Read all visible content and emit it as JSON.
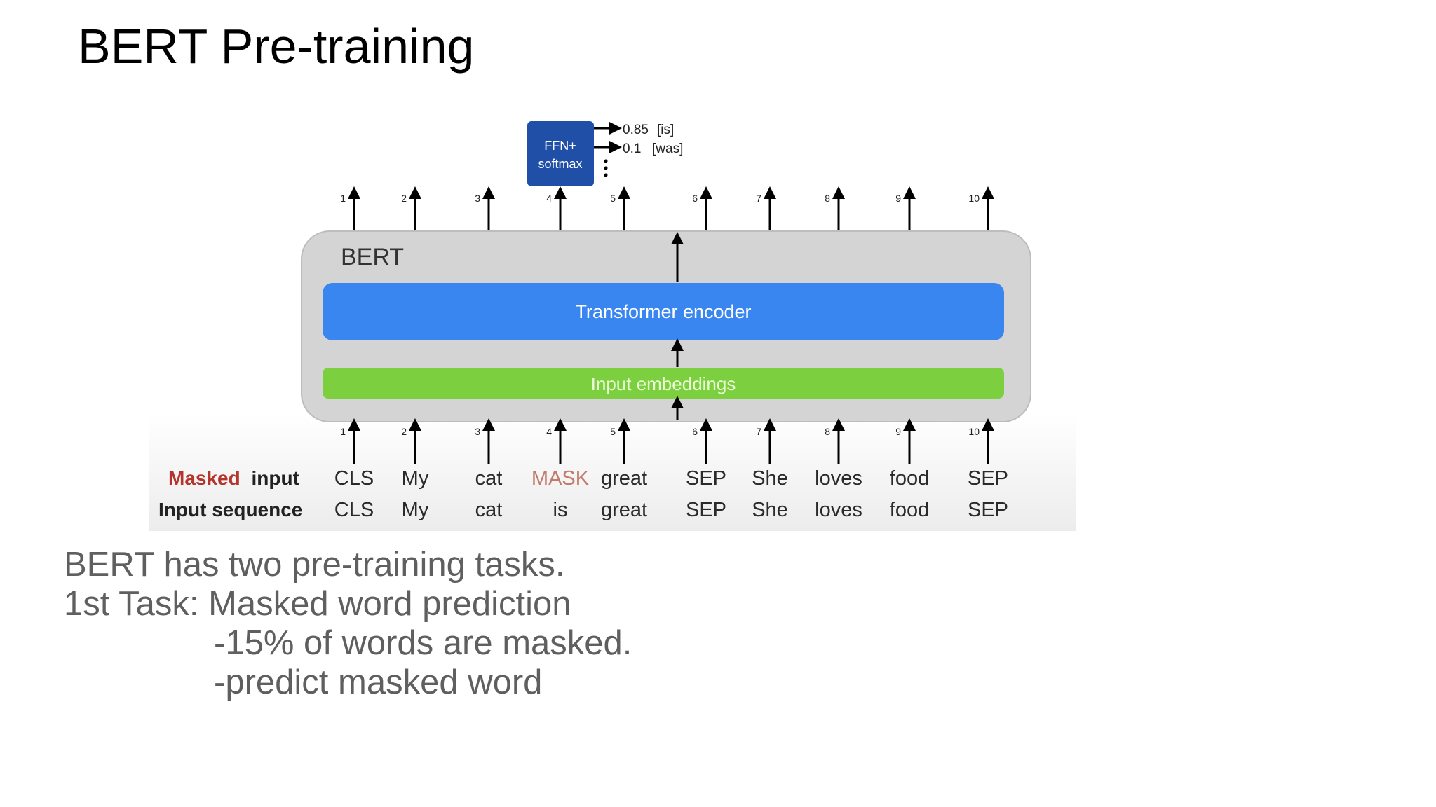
{
  "slide": {
    "title": "BERT Pre-training"
  },
  "diagram": {
    "model_label": "BERT",
    "encoder_label": "Transformer encoder",
    "embeddings_label": "Input embeddings",
    "head_label_line1": "FFN+",
    "head_label_line2": "softmax",
    "predictions": [
      {
        "prob": "0.85",
        "word": "[is]"
      },
      {
        "prob": "0.1",
        "word": "[was]"
      }
    ],
    "positions": [
      "1",
      "2",
      "3",
      "4",
      "5",
      "6",
      "7",
      "8",
      "9",
      "10"
    ],
    "masked_row_label_highlight": "Masked",
    "masked_row_label_rest": "input",
    "input_row_label": "Input sequence",
    "masked_tokens": [
      "CLS",
      "My",
      "cat",
      "MASK",
      "great",
      "SEP",
      "She",
      "loves",
      "food",
      "SEP"
    ],
    "input_tokens": [
      "CLS",
      "My",
      "cat",
      "is",
      "great",
      "SEP",
      "She",
      "loves",
      "food",
      "SEP"
    ],
    "colors": {
      "encoder": "#3a86f0",
      "embeddings": "#7cd040",
      "head": "#1f4fa6",
      "mask_token": "#c47a6a",
      "masked_word": "#b3352b",
      "container": "#d4d4d4"
    }
  },
  "notes": {
    "line1": "BERT has two pre-training tasks.",
    "line2": "1st Task: Masked word prediction",
    "line3": "-15% of words are masked.",
    "line4": "-predict masked word"
  }
}
